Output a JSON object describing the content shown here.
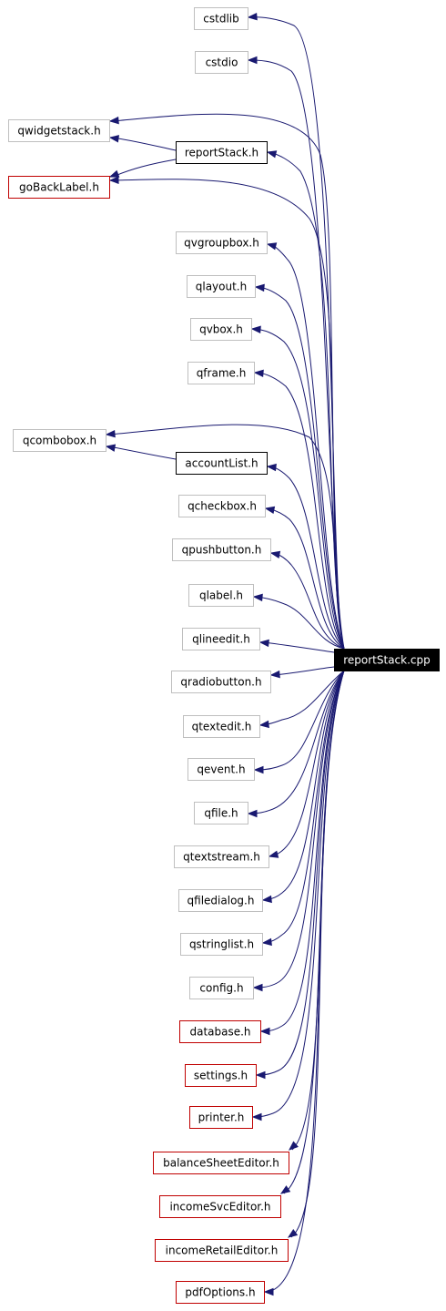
{
  "colors": {
    "edge": "#191970",
    "border_plain": "#bfbfbf",
    "border_missing": "#c00000",
    "border_normal": "#000000",
    "root_fill": "#000000",
    "root_text": "#ffffff"
  },
  "root": {
    "id": "reportStack_cpp",
    "label": "reportStack.cpp"
  },
  "nodes": [
    {
      "id": "cstdlib",
      "label": "cstdlib",
      "style": "plain"
    },
    {
      "id": "cstdio",
      "label": "cstdio",
      "style": "plain"
    },
    {
      "id": "qwidgetstack",
      "label": "qwidgetstack.h",
      "style": "plain"
    },
    {
      "id": "reportStack_h",
      "label": "reportStack.h",
      "style": "normal"
    },
    {
      "id": "goBackLabel",
      "label": "goBackLabel.h",
      "style": "missing"
    },
    {
      "id": "qvgroupbox",
      "label": "qvgroupbox.h",
      "style": "plain"
    },
    {
      "id": "qlayout",
      "label": "qlayout.h",
      "style": "plain"
    },
    {
      "id": "qvbox",
      "label": "qvbox.h",
      "style": "plain"
    },
    {
      "id": "qframe",
      "label": "qframe.h",
      "style": "plain"
    },
    {
      "id": "qcombobox",
      "label": "qcombobox.h",
      "style": "plain"
    },
    {
      "id": "accountList",
      "label": "accountList.h",
      "style": "normal"
    },
    {
      "id": "qcheckbox",
      "label": "qcheckbox.h",
      "style": "plain"
    },
    {
      "id": "qpushbutton",
      "label": "qpushbutton.h",
      "style": "plain"
    },
    {
      "id": "qlabel",
      "label": "qlabel.h",
      "style": "plain"
    },
    {
      "id": "qlineedit",
      "label": "qlineedit.h",
      "style": "plain"
    },
    {
      "id": "qradiobutton",
      "label": "qradiobutton.h",
      "style": "plain"
    },
    {
      "id": "qtextedit",
      "label": "qtextedit.h",
      "style": "plain"
    },
    {
      "id": "qevent",
      "label": "qevent.h",
      "style": "plain"
    },
    {
      "id": "qfile",
      "label": "qfile.h",
      "style": "plain"
    },
    {
      "id": "qtextstream",
      "label": "qtextstream.h",
      "style": "plain"
    },
    {
      "id": "qfiledialog",
      "label": "qfiledialog.h",
      "style": "plain"
    },
    {
      "id": "qstringlist",
      "label": "qstringlist.h",
      "style": "plain"
    },
    {
      "id": "config",
      "label": "config.h",
      "style": "plain"
    },
    {
      "id": "database",
      "label": "database.h",
      "style": "missing"
    },
    {
      "id": "settings",
      "label": "settings.h",
      "style": "missing"
    },
    {
      "id": "printer",
      "label": "printer.h",
      "style": "missing"
    },
    {
      "id": "balanceSheetEditor",
      "label": "balanceSheetEditor.h",
      "style": "missing"
    },
    {
      "id": "incomeSvcEditor",
      "label": "incomeSvcEditor.h",
      "style": "missing"
    },
    {
      "id": "incomeRetailEditor",
      "label": "incomeRetailEditor.h",
      "style": "missing"
    },
    {
      "id": "pdfOptions",
      "label": "pdfOptions.h",
      "style": "missing"
    }
  ],
  "edges": [
    {
      "from": "reportStack_cpp",
      "to": "cstdlib"
    },
    {
      "from": "reportStack_cpp",
      "to": "cstdio"
    },
    {
      "from": "reportStack_cpp",
      "to": "qwidgetstack"
    },
    {
      "from": "reportStack_cpp",
      "to": "reportStack_h"
    },
    {
      "from": "reportStack_cpp",
      "to": "goBackLabel"
    },
    {
      "from": "reportStack_cpp",
      "to": "qvgroupbox"
    },
    {
      "from": "reportStack_cpp",
      "to": "qlayout"
    },
    {
      "from": "reportStack_cpp",
      "to": "qvbox"
    },
    {
      "from": "reportStack_cpp",
      "to": "qframe"
    },
    {
      "from": "reportStack_cpp",
      "to": "qcombobox"
    },
    {
      "from": "reportStack_cpp",
      "to": "accountList"
    },
    {
      "from": "reportStack_cpp",
      "to": "qcheckbox"
    },
    {
      "from": "reportStack_cpp",
      "to": "qpushbutton"
    },
    {
      "from": "reportStack_cpp",
      "to": "qlabel"
    },
    {
      "from": "reportStack_cpp",
      "to": "qlineedit"
    },
    {
      "from": "reportStack_cpp",
      "to": "qradiobutton"
    },
    {
      "from": "reportStack_cpp",
      "to": "qtextedit"
    },
    {
      "from": "reportStack_cpp",
      "to": "qevent"
    },
    {
      "from": "reportStack_cpp",
      "to": "qfile"
    },
    {
      "from": "reportStack_cpp",
      "to": "qtextstream"
    },
    {
      "from": "reportStack_cpp",
      "to": "qfiledialog"
    },
    {
      "from": "reportStack_cpp",
      "to": "qstringlist"
    },
    {
      "from": "reportStack_cpp",
      "to": "config"
    },
    {
      "from": "reportStack_cpp",
      "to": "database"
    },
    {
      "from": "reportStack_cpp",
      "to": "settings"
    },
    {
      "from": "reportStack_cpp",
      "to": "printer"
    },
    {
      "from": "reportStack_cpp",
      "to": "balanceSheetEditor"
    },
    {
      "from": "reportStack_cpp",
      "to": "incomeSvcEditor"
    },
    {
      "from": "reportStack_cpp",
      "to": "incomeRetailEditor"
    },
    {
      "from": "reportStack_cpp",
      "to": "pdfOptions"
    },
    {
      "from": "reportStack_h",
      "to": "qwidgetstack"
    },
    {
      "from": "reportStack_h",
      "to": "goBackLabel"
    },
    {
      "from": "accountList",
      "to": "qcombobox"
    }
  ]
}
